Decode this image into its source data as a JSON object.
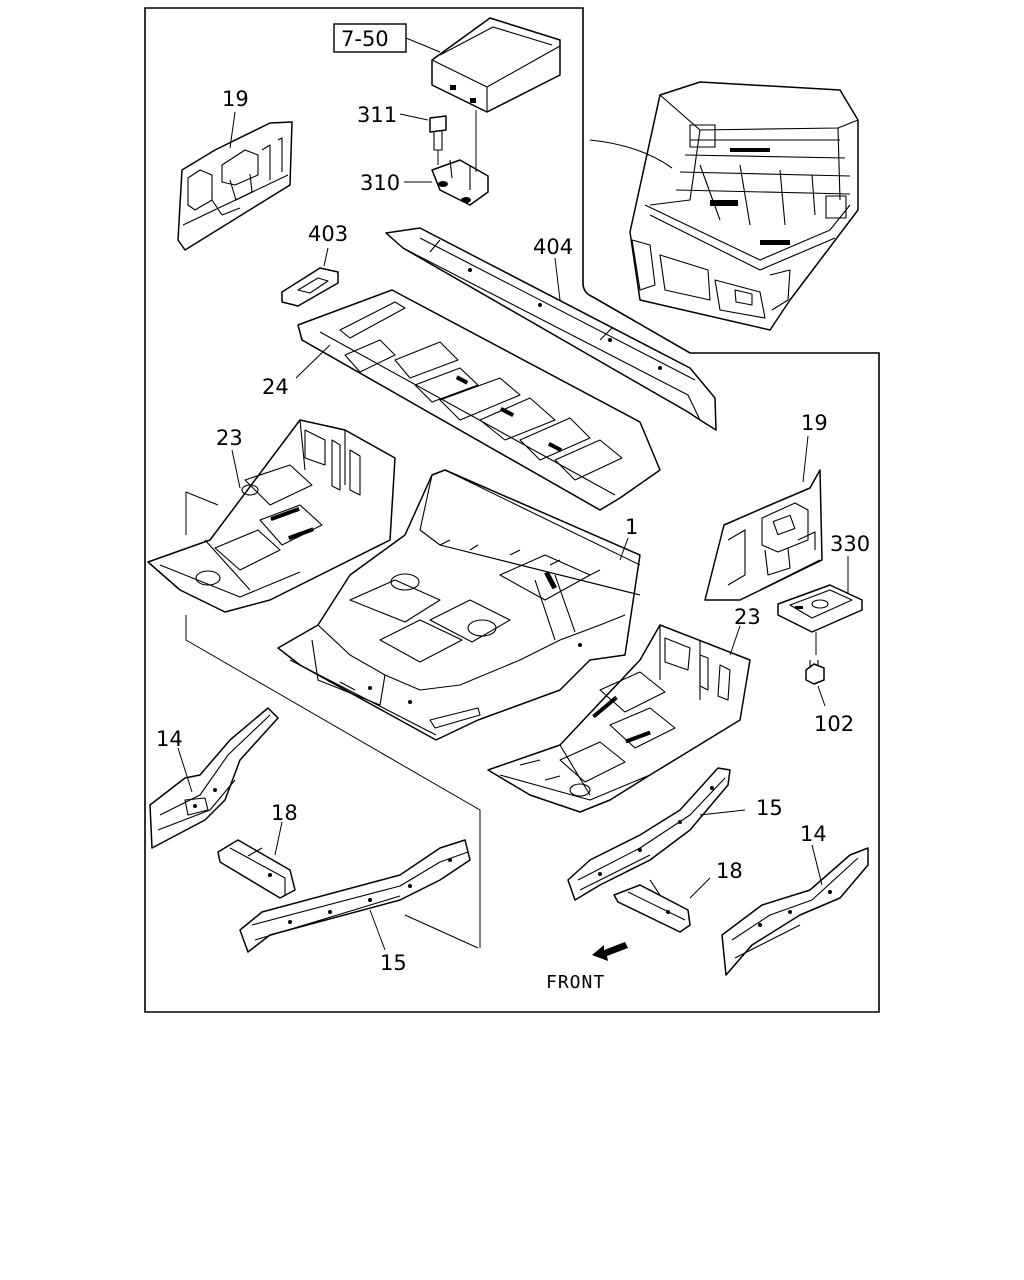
{
  "labels": {
    "ref_box": "7-50",
    "p311": "311",
    "p310": "310",
    "p19_left": "19",
    "p403": "403",
    "p404": "404",
    "p24": "24",
    "p23_left": "23",
    "p1": "1",
    "p19_right": "19",
    "p330": "330",
    "p23_right": "23",
    "p102": "102",
    "p14_left": "14",
    "p18_left": "18",
    "p15_left": "15",
    "p15_right": "15",
    "p18_right": "18",
    "p14_right": "14",
    "front": "FRONT"
  }
}
